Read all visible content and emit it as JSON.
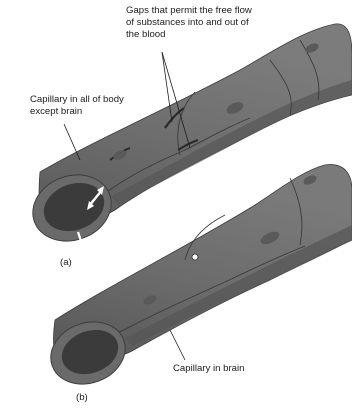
{
  "labels": {
    "gaps_line1": "Gaps that permit the free flow",
    "gaps_line2": "of substances into and out of",
    "gaps_line3": "the blood",
    "body_line1": "Capillary in all of body",
    "body_line2": "except brain",
    "brain": "Capillary in brain",
    "panel_a": "(a)",
    "panel_b": "(b)"
  },
  "colors": {
    "tube_fill": "#6a6a6a",
    "tube_dark": "#4a4a4a",
    "tube_light": "#8a8a8a",
    "lumen": "#3b3b3b",
    "cell_line": "#3a3a3a",
    "text": "#1c1c1c",
    "arrow": "#ffffff"
  }
}
